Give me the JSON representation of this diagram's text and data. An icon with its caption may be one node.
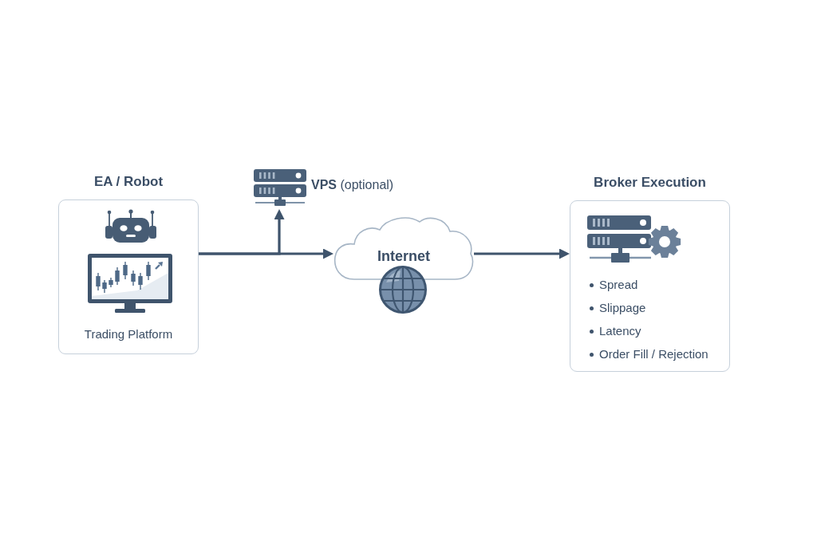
{
  "diagram": {
    "nodes": [
      {
        "text": [
          "EA / Robot",
          "Trading Platform"
        ]
      },
      {
        "text": [
          "**VPS** (optional)"
        ]
      },
      {
        "text": [
          "Internet"
        ]
      },
      {
        "text": [
          "Broker Execution",
          "Spread",
          "Slippage",
          "Latency",
          "Order Fill / Rejection"
        ]
      }
    ],
    "edges": [
      {
        "from": 0,
        "to": 2,
        "arrow": "to"
      },
      {
        "from": 0,
        "to": 1,
        "arrow": "to"
      },
      {
        "from": 2,
        "to": 3,
        "arrow": "to"
      }
    ]
  }
}
